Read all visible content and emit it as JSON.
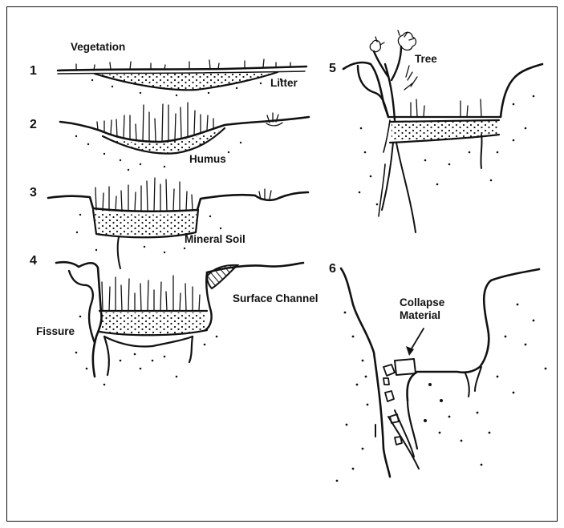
{
  "stages": [
    {
      "number": "1",
      "labels": {
        "top": "Vegetation",
        "right": "Litter"
      }
    },
    {
      "number": "2",
      "labels": {
        "bottom": "Humus"
      }
    },
    {
      "number": "3",
      "labels": {
        "bottom": "Mineral Soil"
      }
    },
    {
      "number": "4",
      "labels": {
        "left": "Fissure",
        "right": "Surface Channel"
      }
    },
    {
      "number": "5",
      "labels": {
        "top": "Tree"
      }
    },
    {
      "number": "6",
      "labels": {
        "line1": "Collapse",
        "line2": "Material"
      }
    }
  ],
  "colors": {
    "ink": "#111111",
    "paper": "#ffffff"
  }
}
